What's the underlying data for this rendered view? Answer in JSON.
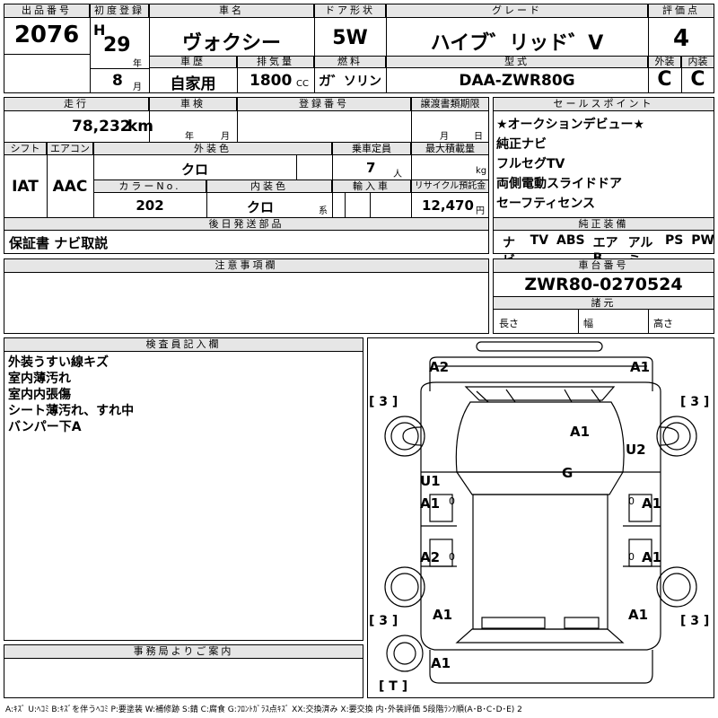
{
  "header": {
    "lot_label": "出品番号",
    "lot_no": "2076",
    "first_reg_label": "初度登録",
    "era": "H",
    "year": "29",
    "year_unit": "年",
    "month": "8",
    "month_unit": "月",
    "name_label": "車名",
    "name": "ヴォクシー",
    "door_label": "ドア形状",
    "door": "5W",
    "grade_label": "グレード",
    "grade": "ハイブ゛リッド゛V",
    "score_label": "評価点",
    "score": "4",
    "history_label": "車歴",
    "history": "自家用",
    "displacement_label": "排気量",
    "displacement": "1800",
    "displacement_unit": "CC",
    "fuel_label": "燃料",
    "fuel": "ガ゛ソリン",
    "model_label": "型式",
    "model": "DAA-ZWR80G",
    "ext_label": "外装",
    "ext": "C",
    "int_label": "内装",
    "int": "C"
  },
  "spec": {
    "mileage_label": "走行",
    "mileage": "78,232",
    "mileage_unit": "km",
    "inspection_label": "車検",
    "inspection_year_unit": "年",
    "inspection_month_unit": "月",
    "reg_no_label": "登録番号",
    "transfer_label": "譲渡書類期限",
    "transfer_month_unit": "月",
    "transfer_day_unit": "日",
    "shift_label": "シフト",
    "shift": "IAT",
    "ac_label": "エアコン",
    "ac": "AAC",
    "ext_color_label": "外装色",
    "ext_color": "クロ",
    "capacity_label": "乗車定員",
    "capacity": "7",
    "capacity_unit": "人",
    "max_load_label": "最大積載量",
    "max_load_unit": "kg",
    "color_no_label": "カラーNo.",
    "color_no": "202",
    "int_color_label": "内装色",
    "int_color": "クロ",
    "int_color_unit": "系",
    "import_label": "輸入車",
    "recycle_label": "リサイクル預託金",
    "recycle": "12,470",
    "recycle_unit": "円",
    "later_label": "後日発送部品",
    "later": "保証書 ナビ取説"
  },
  "sales": {
    "label": "セールスポイント",
    "items": [
      "★オークションデビュー★",
      "純正ナビ",
      "フルセグTV",
      "両側電動スライドドア",
      "セーフティセンス"
    ]
  },
  "equipment": {
    "label": "純正装備",
    "items": [
      "ナビ",
      "TV",
      "ABS",
      "エアB",
      "アルミ",
      "PS",
      "PW"
    ]
  },
  "notes": {
    "label": "注意事項欄"
  },
  "chassis": {
    "label": "車台番号",
    "value": "ZWR80-0270524",
    "spec_label": "諸元",
    "length_label": "長さ",
    "width_label": "幅",
    "height_label": "高さ"
  },
  "inspector": {
    "label": "検査員記入欄",
    "lines": [
      "外装うすい線キズ",
      "室内薄汚れ",
      "室内内張傷",
      "シート薄汚れ、すれ中",
      "バンパー下A"
    ]
  },
  "office": {
    "label": "事務局よりご案内"
  },
  "diagram": {
    "marks": {
      "front_left": "A2",
      "front_right": "A1",
      "hood": "A1",
      "right_fender": "U2",
      "roof": "G",
      "left_front_door_1": "U1",
      "left_front_door_2": "A1",
      "right_front_door": "A1",
      "left_rear_door": "A2",
      "right_rear_door": "A1",
      "left_quarter": "A1",
      "right_quarter": "A1",
      "rear": "A1"
    },
    "tire_fl": "[ 3 ]",
    "tire_fr": "[ 3 ]",
    "tire_rl": "[ 3 ]",
    "tire_rr": "[ 3 ]",
    "spare": "[ T ]",
    "door_gap_mark": "0"
  },
  "legend": "A:ｷｽﾞ U:ﾍｺﾐ B:ｷｽﾞを伴うﾍｺﾐ P:要塗装 W:補修跡 S:錆 C:腐食 G:ﾌﾛﾝﾄｶﾞﾗｽ点ｷｽﾞ XX:交換済み X:要交換  内･外装評価 5段階ﾗﾝｸ順(A･B･C･D･E) 2"
}
